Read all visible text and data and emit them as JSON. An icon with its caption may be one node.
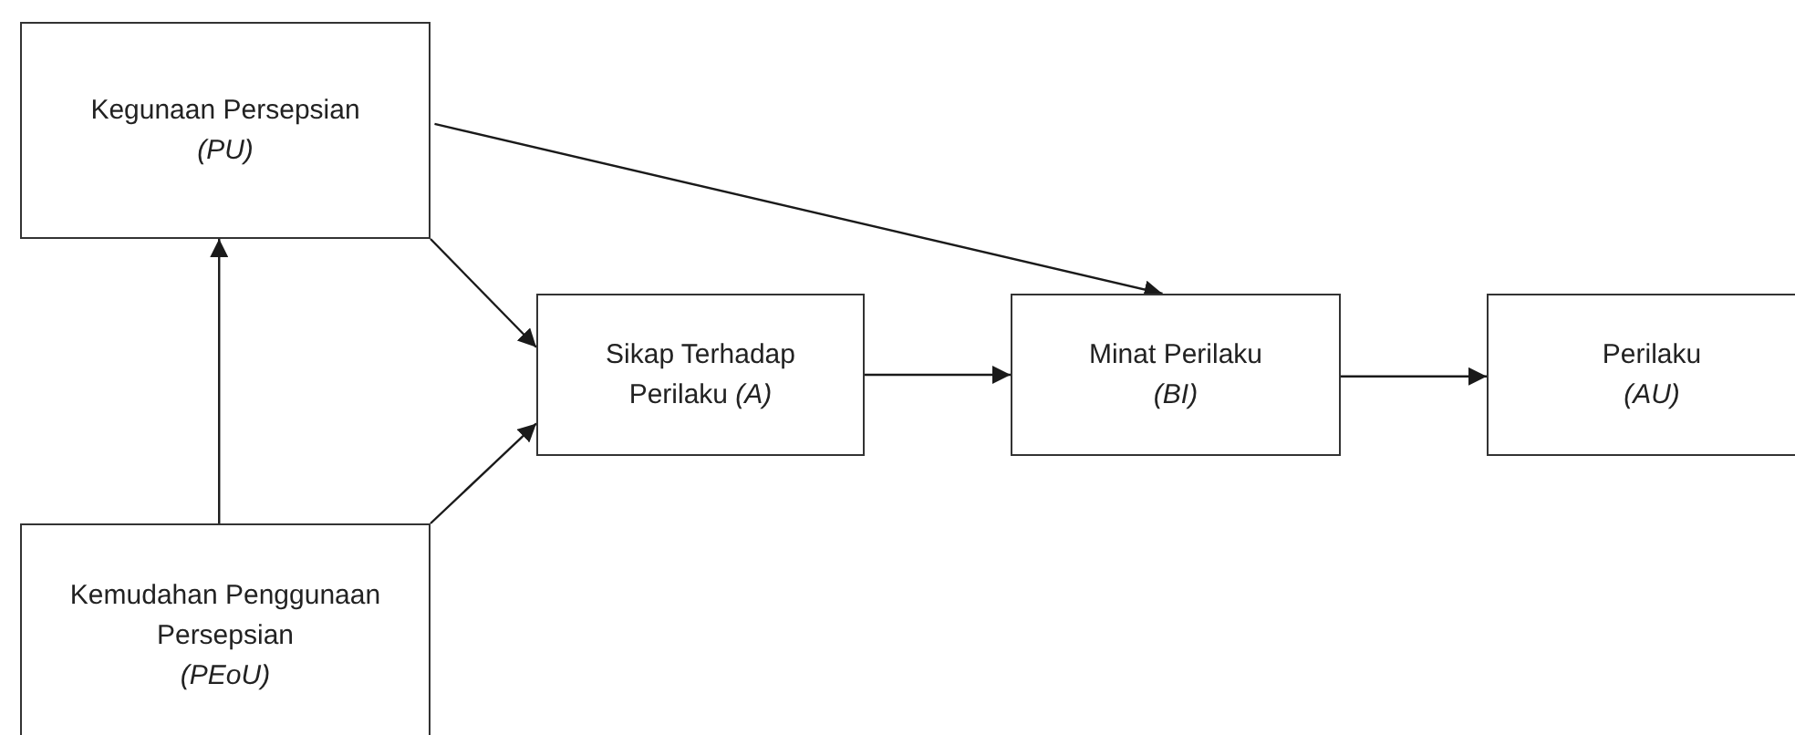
{
  "diagram": {
    "nodes": [
      {
        "text": [
          "Kegunaan Persepsian",
          "(PU)"
        ]
      },
      {
        "text": [
          "Sikap Terhadap Perilaku *(A)*"
        ]
      },
      {
        "text": [
          "Minat Perilaku",
          "(BI)"
        ]
      },
      {
        "text": [
          "Perilaku",
          "(AU)"
        ]
      },
      {
        "text": [
          "Kemudahan Penggunaan Persepsian",
          "(PEoU)"
        ]
      }
    ],
    "edges": [
      {
        "from": 4,
        "to": 0,
        "arrow": "to"
      },
      {
        "from": 0,
        "to": 1,
        "arrow": "to"
      },
      {
        "from": 4,
        "to": 1,
        "arrow": "to"
      },
      {
        "from": 0,
        "to": 2,
        "arrow": "to"
      },
      {
        "from": 1,
        "to": 2,
        "arrow": "to"
      },
      {
        "from": 2,
        "to": 3,
        "arrow": "to"
      }
    ]
  }
}
